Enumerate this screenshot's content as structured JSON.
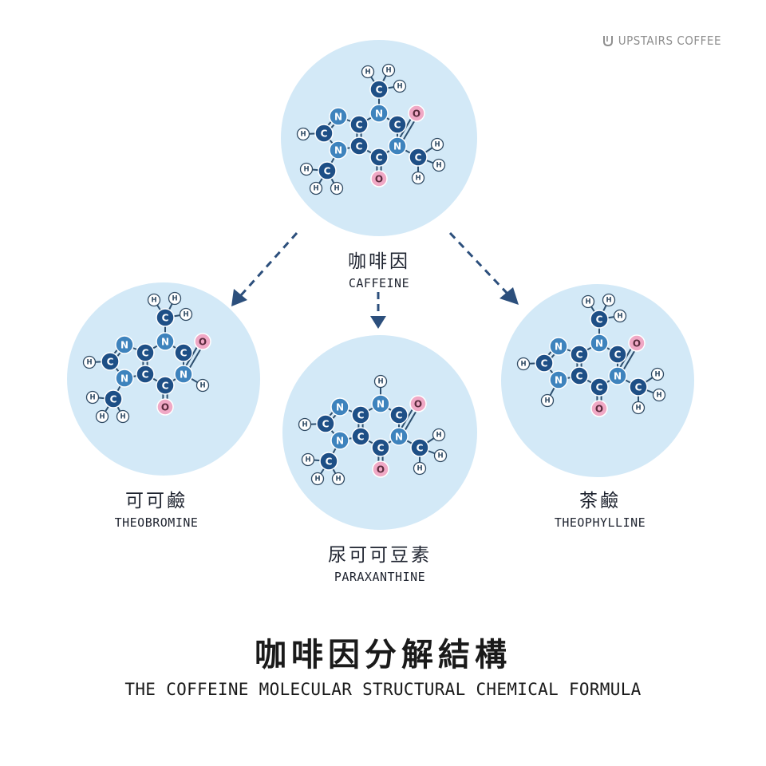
{
  "brand": {
    "name": "UPSTAIRS COFFEE",
    "logo_icon": "u-cup-icon"
  },
  "colors": {
    "circle_bg": "#d3e9f7",
    "carbon": "#1e4f86",
    "nitrogen": "#3e83bd",
    "oxygen": "#f0a8c5",
    "hydrogen_fill": "#ffffff",
    "hydrogen_stroke": "#2f4a63",
    "arrow": "#2c4f7c"
  },
  "molecules": {
    "caffeine": {
      "name_zh": "咖啡因",
      "name_en": "CAFFEINE"
    },
    "theobromine": {
      "name_zh": "可可鹼",
      "name_en": "THEOBROMINE"
    },
    "paraxanthine": {
      "name_zh": "尿可可豆素",
      "name_en": "PARAXANTHINE"
    },
    "theophylline": {
      "name_zh": "茶鹼",
      "name_en": "THEOPHYLLINE"
    }
  },
  "atom_symbols": {
    "carbon": "C",
    "nitrogen": "N",
    "oxygen": "O",
    "hydrogen": "H"
  },
  "title": {
    "zh": "咖啡因分解結構",
    "en": "THE COFFEINE MOLECULAR STRUCTURAL CHEMICAL FORMULA"
  }
}
